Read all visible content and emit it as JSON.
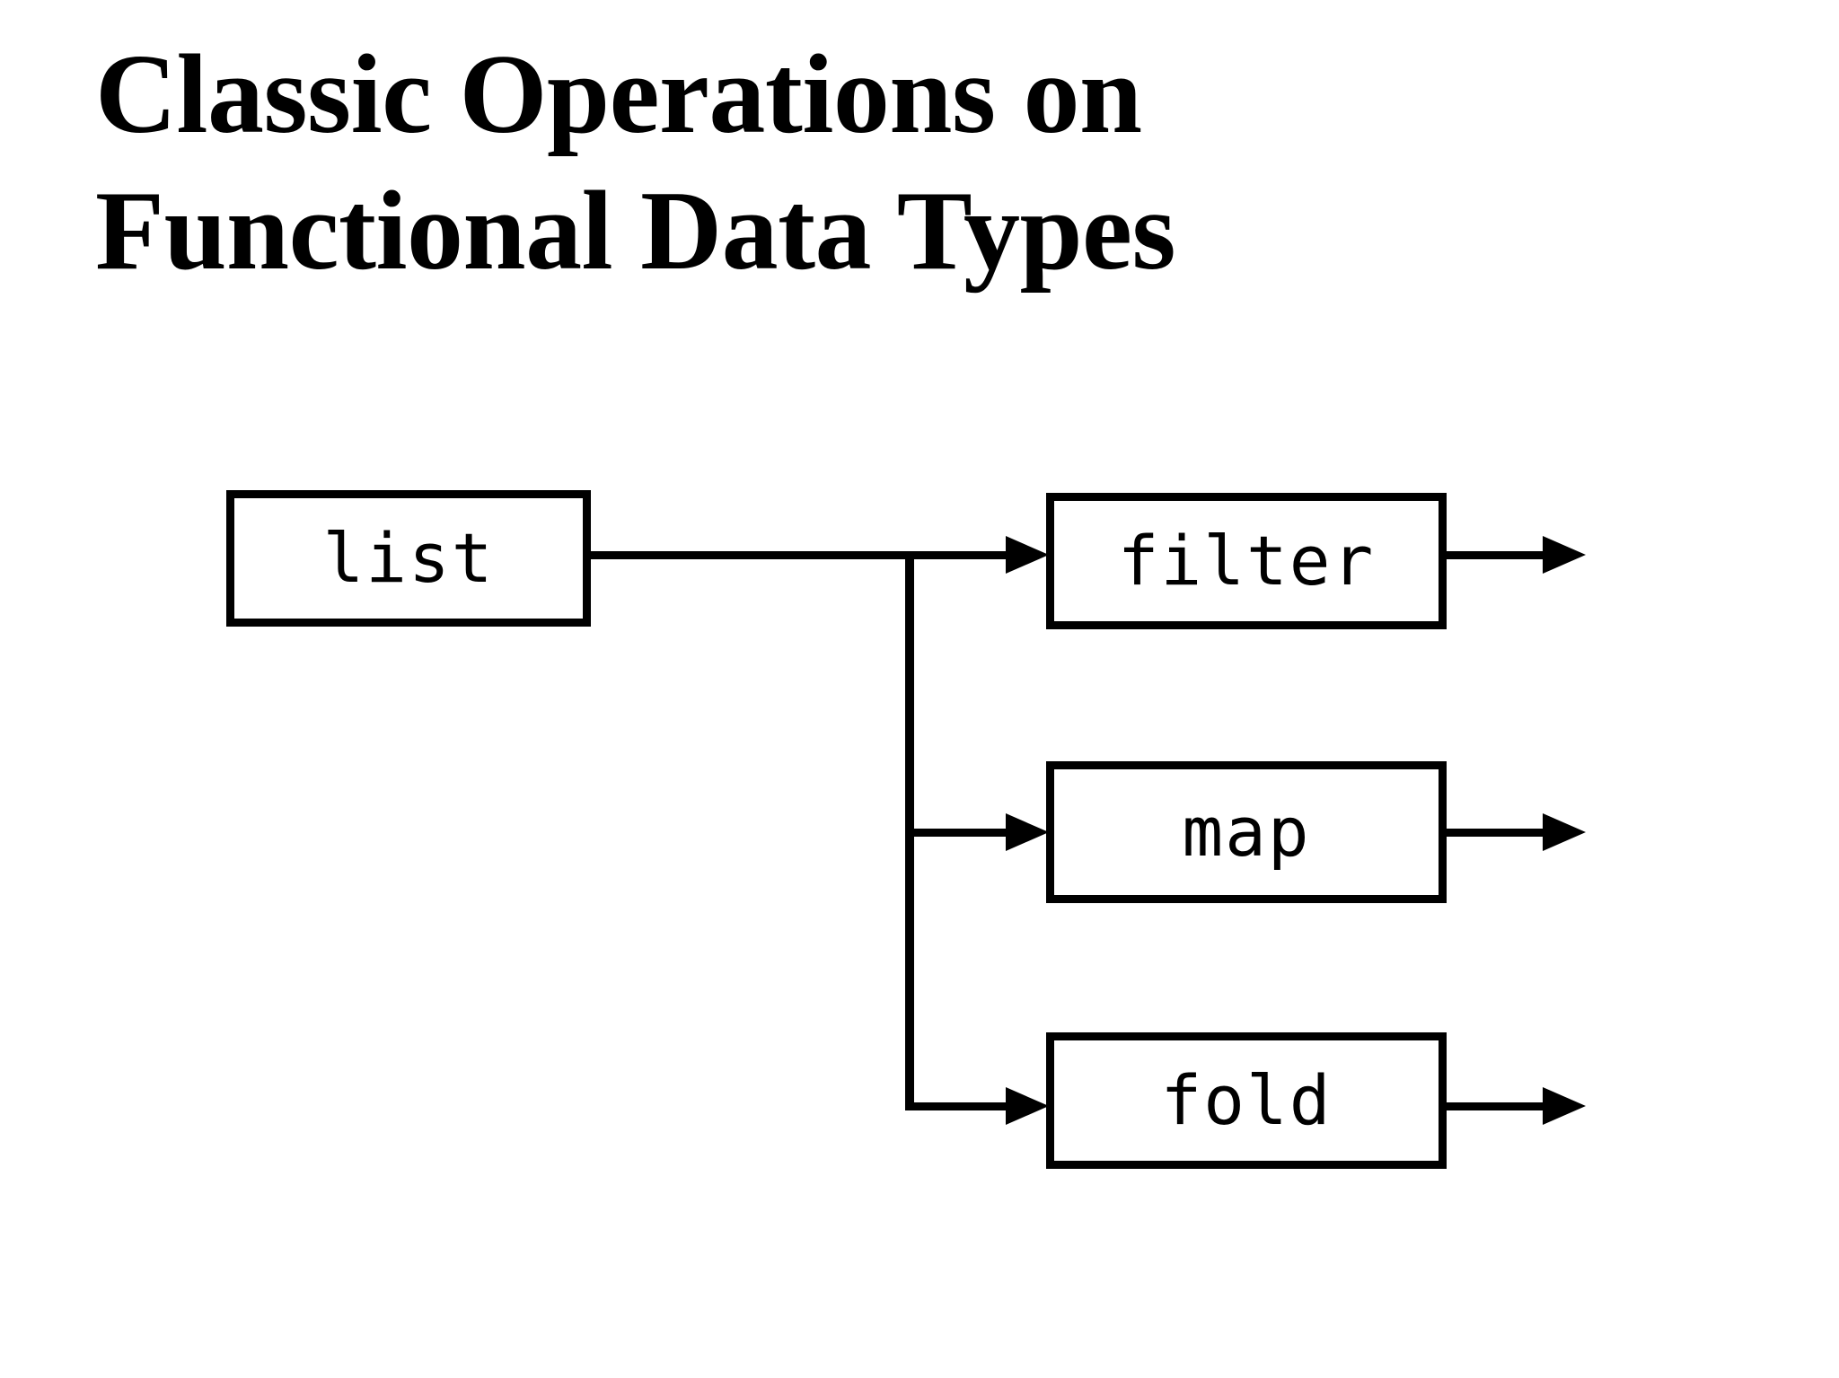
{
  "slide": {
    "title": "Classic Operations on\nFunctional Data Types",
    "background_color": "#ffffff",
    "ink_color": "#000000"
  },
  "diagram": {
    "type": "flow",
    "source": {
      "id": "list",
      "label": "list"
    },
    "operations": [
      {
        "id": "filter",
        "label": "filter"
      },
      {
        "id": "map",
        "label": "map"
      },
      {
        "id": "fold",
        "label": "fold"
      }
    ],
    "edges": [
      {
        "from": "list",
        "to": "filter",
        "arrow": "arrow-right-icon"
      },
      {
        "from": "list",
        "to": "map",
        "arrow": "arrow-right-icon"
      },
      {
        "from": "list",
        "to": "fold",
        "arrow": "arrow-right-icon"
      },
      {
        "from": "filter",
        "to": "output",
        "arrow": "arrow-right-icon"
      },
      {
        "from": "map",
        "to": "output",
        "arrow": "arrow-right-icon"
      },
      {
        "from": "fold",
        "to": "output",
        "arrow": "arrow-right-icon"
      }
    ]
  }
}
